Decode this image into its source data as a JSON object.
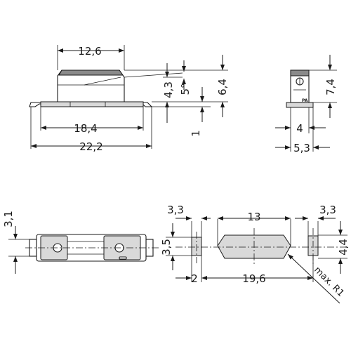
{
  "drawing": {
    "side_view": {
      "top_width": "12,6",
      "height_total": "6,4",
      "height_body": "4,3",
      "angle": "5°",
      "base_width": "18,4",
      "overall_width": "22,2",
      "base_thickness": "1"
    },
    "end_view": {
      "height": "7,4",
      "width_inner": "4",
      "width_outer": "5,3",
      "marking": "PA"
    },
    "top_view": {
      "height": "3,1"
    },
    "footprint": {
      "left_pad_width": "3,3",
      "slot_length": "13",
      "right_pad_width": "3,3",
      "pad_height": "3,5",
      "slot_height": "4,4",
      "left_offset": "2",
      "pitch": "19,6",
      "radius_note": "max. R1"
    }
  }
}
